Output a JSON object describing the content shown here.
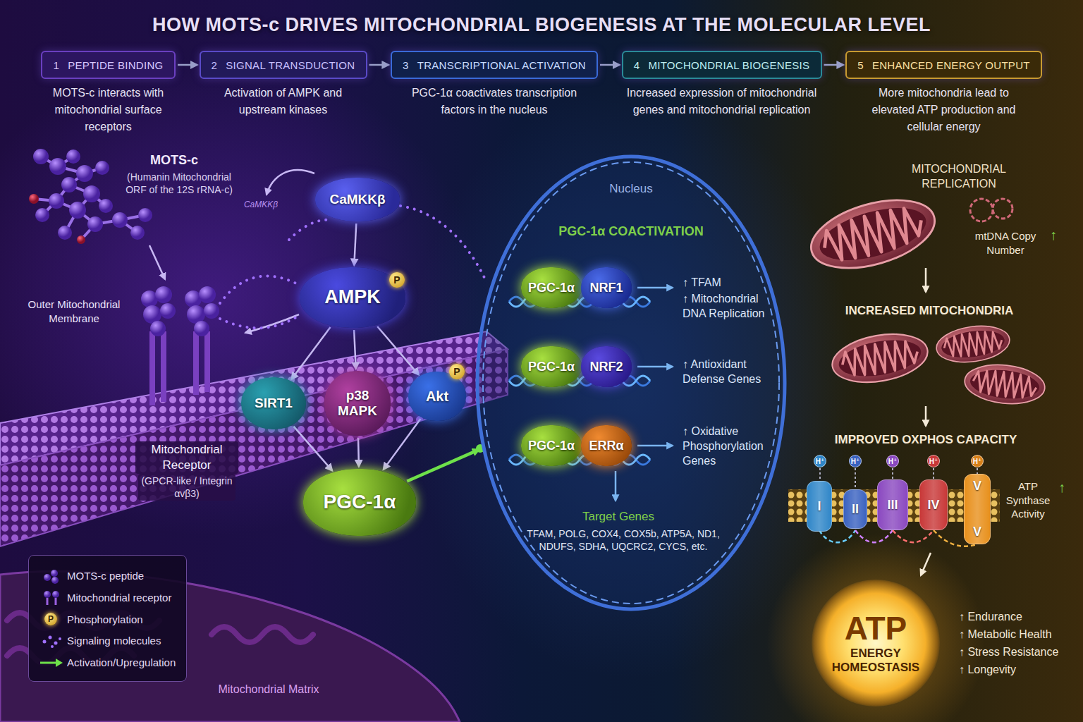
{
  "diagram": {
    "title": "HOW MOTS-c DRIVES MITOCHONDRIAL BIOGENESIS AT THE MOLECULAR LEVEL",
    "nodes": [
      {
        "text": [
          "1",
          "PEPTIDE BINDING",
          "MOTS-c interacts with mitochondrial surface receptors"
        ]
      },
      {
        "text": [
          "2",
          "SIGNAL TRANSDUCTION",
          "Activation of AMPK and upstream kinases"
        ]
      },
      {
        "text": [
          "3",
          "TRANSCRIPTIONAL ACTIVATION",
          "PGC-1α coactivates transcription factors in the nucleus"
        ]
      },
      {
        "text": [
          "4",
          "MITOCHONDRIAL BIOGENESIS",
          "Increased expression of mitochondrial genes and mitochondrial replication"
        ]
      },
      {
        "text": [
          "5",
          "ENHANCED ENERGY OUTPUT",
          "More mitochondria lead to elevated ATP production and cellular energy"
        ]
      },
      {
        "text": [
          "CaMKKβ"
        ]
      },
      {
        "text": [
          "AMPK"
        ]
      },
      {
        "text": [
          "SIRT1"
        ]
      },
      {
        "text": [
          "p38 MAPK"
        ]
      },
      {
        "text": [
          "Akt"
        ]
      },
      {
        "text": [
          "PGC-1α"
        ]
      },
      {
        "text": [
          "Nucleus",
          "PGC-1α COACTIVATION"
        ]
      },
      {
        "text": [
          "PGC-1α"
        ],
        "in": 11
      },
      {
        "text": [
          "NRF1"
        ],
        "in": 11
      },
      {
        "text": [
          "PGC-1α"
        ],
        "in": 11
      },
      {
        "text": [
          "NRF2"
        ],
        "in": 11
      },
      {
        "text": [
          "PGC-1α"
        ],
        "in": 11
      },
      {
        "text": [
          "ERRα"
        ],
        "in": 11
      },
      {
        "text": [
          "I"
        ]
      },
      {
        "text": [
          "II"
        ]
      },
      {
        "text": [
          "III"
        ]
      },
      {
        "text": [
          "IV"
        ]
      },
      {
        "text": [
          "V",
          "V"
        ]
      },
      {
        "text": [
          "ATP",
          "ENERGY HOMEOSTASIS"
        ]
      }
    ],
    "edges": [
      {
        "from": 0,
        "to": 1,
        "arrow": "to"
      },
      {
        "from": 1,
        "to": 2,
        "arrow": "to"
      },
      {
        "from": 2,
        "to": 3,
        "arrow": "to"
      },
      {
        "from": 3,
        "to": 4,
        "arrow": "to"
      },
      {
        "from": 5,
        "to": 6,
        "arrow": "to"
      },
      {
        "from": 6,
        "to": 7,
        "arrow": "to"
      },
      {
        "from": 6,
        "to": 8,
        "arrow": "to"
      },
      {
        "from": 6,
        "to": 9,
        "arrow": "to"
      },
      {
        "from": 7,
        "to": 10,
        "arrow": "to"
      },
      {
        "from": 8,
        "to": 10,
        "arrow": "to"
      },
      {
        "from": 9,
        "to": 10,
        "arrow": "to"
      },
      {
        "from": 10,
        "to": 11,
        "arrow": "to"
      }
    ],
    "labels": [
      "MOTS-c",
      "(Humanin Mitochondrial ORF of the 12S rRNA-c)",
      "CaMKKβ",
      "Outer Mitochondrial Membrane",
      "Mitochondrial Receptor",
      "(GPCR-like / Integrin αvβ3)",
      "Mitochondrial Matrix",
      "P",
      "P",
      "↑ TFAM",
      "↑ Mitochondrial DNA Replication",
      "↑ Antioxidant Defense Genes",
      "↑ Oxidative Phosphorylation Genes",
      "Target Genes",
      "TFAM, POLG, COX4, COX5b, ATP5A, ND1, NDUFS, SDHA, UQCRC2, CYCS, etc.",
      "MITOCHONDRIAL REPLICATION",
      "mtDNA Copy Number",
      "↑",
      "INCREASED MITOCHONDRIA",
      "IMPROVED OXPHOS CAPACITY",
      "H⁺",
      "H⁺",
      "H⁺",
      "H⁺",
      "H⁺",
      "ATP Synthase Activity",
      "↑",
      "↑ Endurance",
      "↑ Metabolic Health",
      "↑ Stress Resistance",
      "↑ Longevity",
      "P"
    ],
    "legend": [
      {
        "text": "MOTS-c peptide"
      },
      {
        "text": "Mitochondrial receptor"
      },
      {
        "text": "Phosphorylation"
      },
      {
        "text": "Signaling molecules"
      },
      {
        "text": "Activation/Upregulation"
      }
    ]
  }
}
